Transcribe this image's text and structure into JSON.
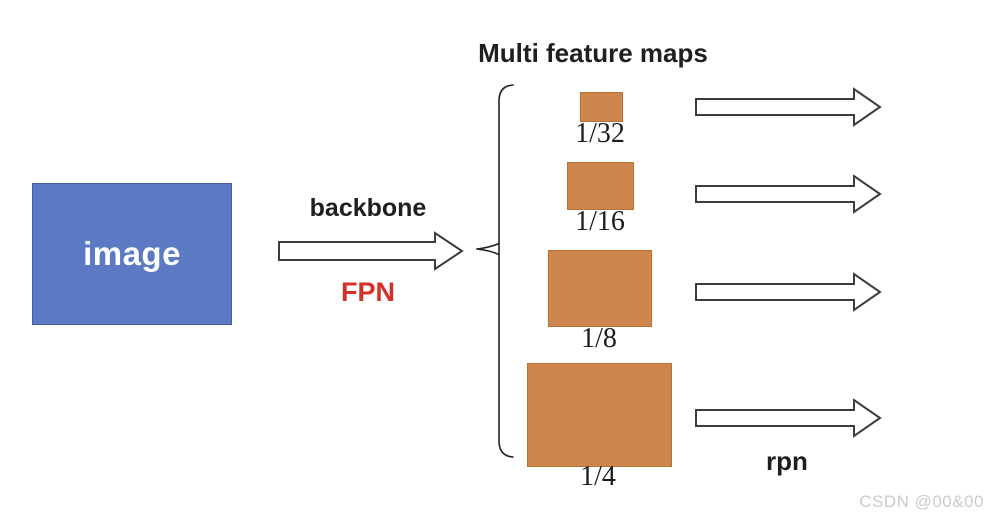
{
  "diagram": {
    "title": "Multi feature maps",
    "input_label": "image",
    "backbone_label": "backbone",
    "fpn_label": "FPN",
    "rpn_label": "rpn",
    "feature_maps": [
      {
        "scale": "1/32"
      },
      {
        "scale": "1/16"
      },
      {
        "scale": "1/8"
      },
      {
        "scale": "1/4"
      }
    ],
    "colors": {
      "image_box_fill": "#5b7ac3",
      "feature_map_fill": "#ce854e",
      "fpn_label_color": "#d33027",
      "arrow_outline": "#3c3c3c"
    },
    "watermark": "CSDN @00&00"
  }
}
